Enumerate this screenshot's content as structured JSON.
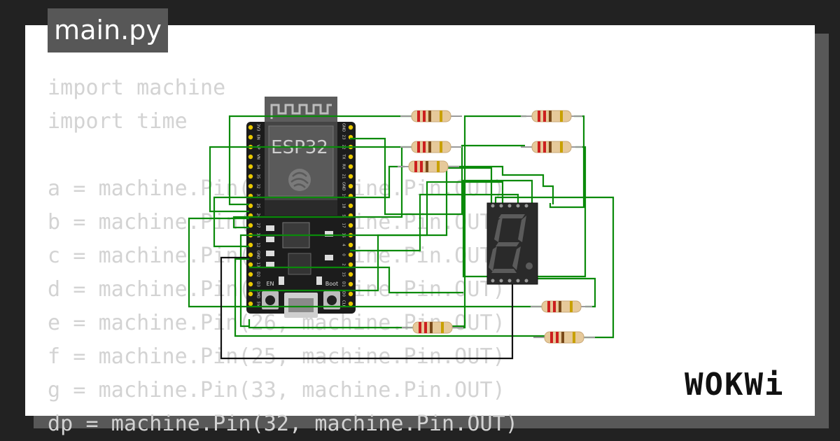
{
  "tab": {
    "label": "main.py"
  },
  "code": {
    "lines": [
      "import machine",
      "import time",
      "",
      "a = machine.Pin(13, machine.Pin.OUT)",
      "b = machine.Pin(12, machine.Pin.OUT)",
      "c = machine.Pin(14, machine.Pin.OUT)",
      "d = machine.Pin(27, machine.Pin.OUT)",
      "e = machine.Pin(26, machine.Pin.OUT)",
      "f = machine.Pin(25, machine.Pin.OUT)",
      "g = machine.Pin(33, machine.Pin.OUT)",
      "dp = machine.Pin(32, machine.Pin.OUT)"
    ]
  },
  "esp32": {
    "label": "ESP32",
    "left_pins": [
      "3V3",
      "EN",
      "VP",
      "VN",
      "34",
      "35",
      "32",
      "33",
      "25",
      "26",
      "27",
      "14",
      "12",
      "GND",
      "13",
      "D2",
      "D3",
      "CMD",
      "5V"
    ],
    "right_pins": [
      "GND",
      "23",
      "22",
      "TX",
      "RX",
      "21",
      "GND",
      "19",
      "18",
      "5",
      "17",
      "16",
      "4",
      "0",
      "2",
      "15",
      "D1",
      "D0",
      "CLK"
    ],
    "en_label": "EN",
    "boot_label": "Boot"
  },
  "display": {
    "digit": "8"
  },
  "brand": {
    "logo": "WOKWi"
  },
  "colors": {
    "wire": "#0a8a0a",
    "gnd_wire": "#111111",
    "board": "#1c1c1c",
    "display": "#2a2a2a"
  }
}
